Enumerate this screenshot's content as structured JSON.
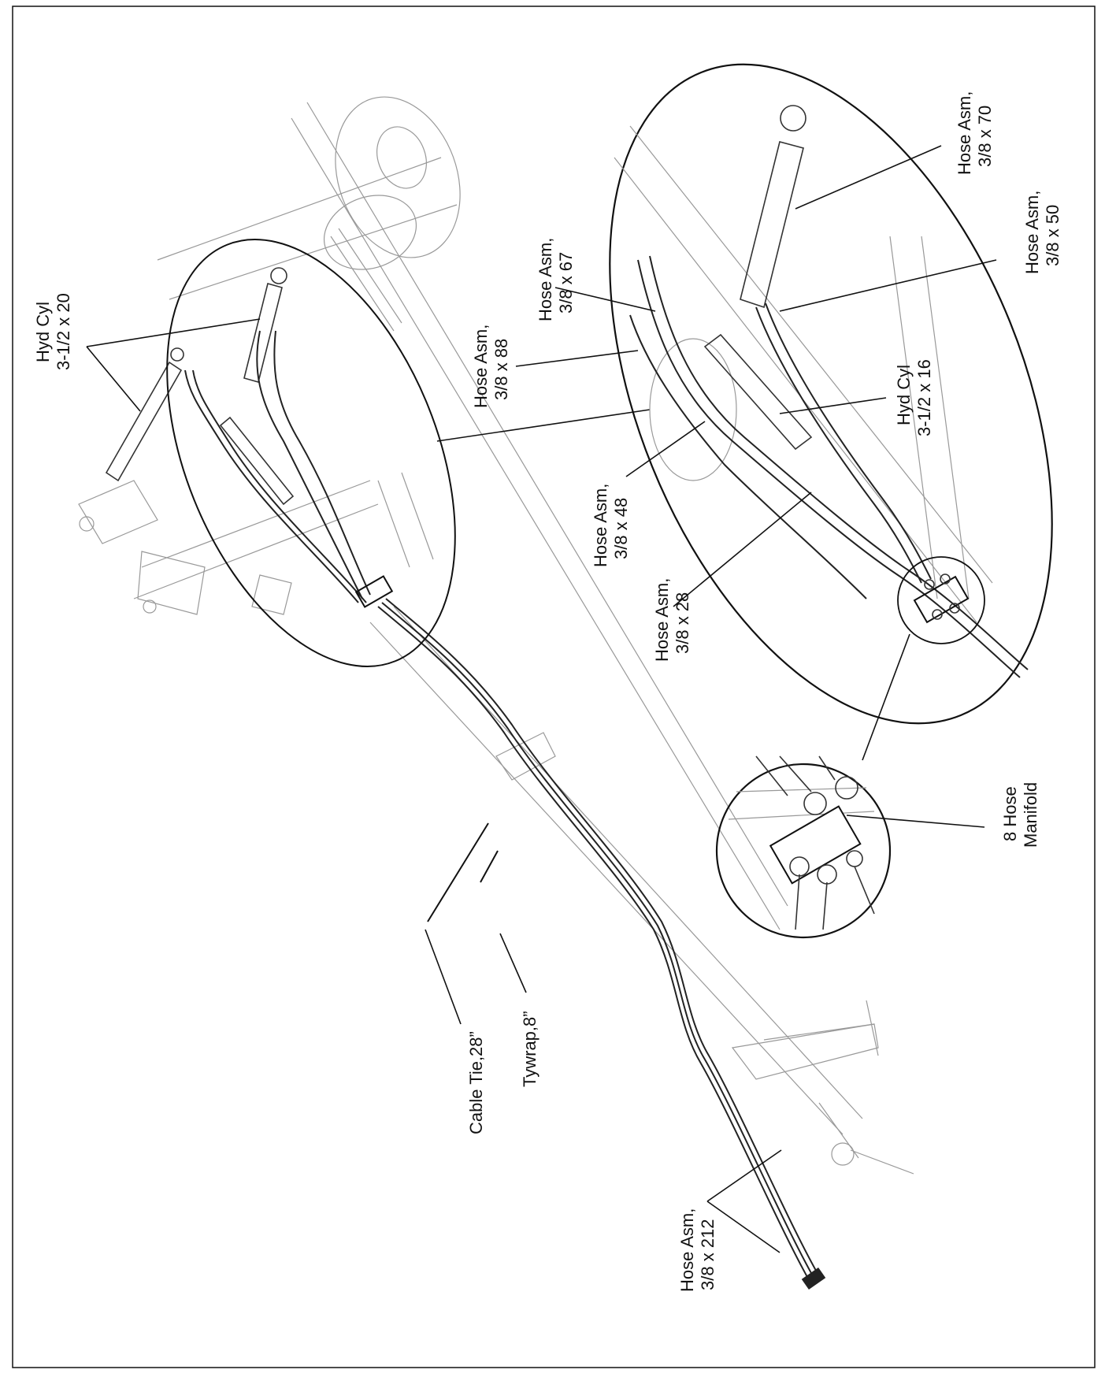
{
  "labels": {
    "hyd_cyl_20": [
      "Hyd Cyl",
      "3-1/2 x 20"
    ],
    "hose_88": [
      "Hose Asm,",
      "3/8 x 88"
    ],
    "hose_67": [
      "Hose Asm,",
      "3/8 x 67"
    ],
    "hose_70": [
      "Hose Asm,",
      "3/8 x 70"
    ],
    "hose_50": [
      "Hose Asm,",
      "3/8 x 50"
    ],
    "hyd_cyl_16": [
      "Hyd Cyl",
      "3-1/2 x 16"
    ],
    "hose_48": [
      "Hose Asm,",
      "3/8 x 48"
    ],
    "hose_28": [
      "Hose Asm,",
      "3/8 x 28"
    ],
    "manifold": [
      "8 Hose",
      "Manifold"
    ],
    "cable_tie": "Cable Tie,28”",
    "tywrap": "Tywrap,8”",
    "hose_212": [
      "Hose Asm,",
      "3/8 x 212"
    ]
  },
  "colors": {
    "line": "#111111",
    "faded_drawing": "#999999",
    "background": "#ffffff"
  }
}
